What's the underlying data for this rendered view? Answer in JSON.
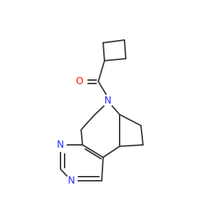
{
  "colors": {
    "bond": "#3a3a3a",
    "oxygen": "#ff0d0d",
    "nitrogen": "#2b2bff",
    "background": "#ffffff"
  },
  "atoms": {
    "carbonyl_oxygen": "O",
    "bridge_nitrogen": "N",
    "pyrimidine_n1": "N",
    "pyrimidine_n3": "N"
  }
}
